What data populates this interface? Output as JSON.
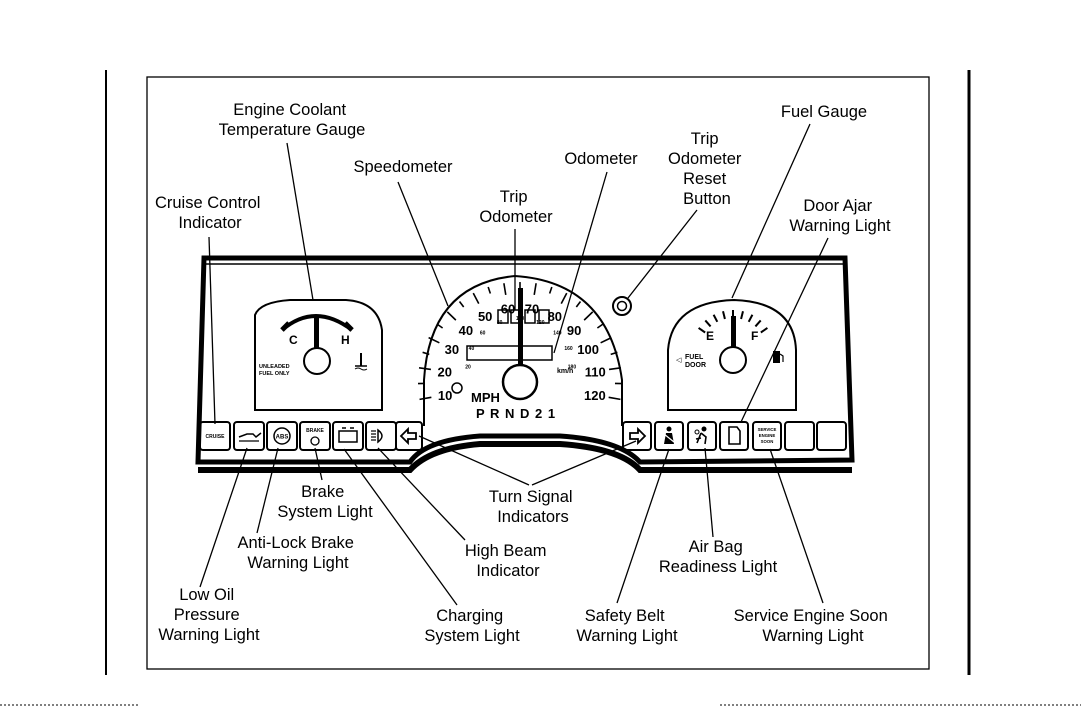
{
  "labels": {
    "coolant": [
      "Engine Coolant",
      "Temperature Gauge"
    ],
    "speedometer": [
      "Speedometer"
    ],
    "odometer": [
      "Odometer"
    ],
    "trip_reset": [
      "Trip",
      "Odometer",
      "Reset",
      "Button"
    ],
    "fuel_gauge": [
      "Fuel Gauge"
    ],
    "cruise": [
      "Cruise Control",
      "Indicator"
    ],
    "trip_odometer": [
      "Trip",
      "Odometer"
    ],
    "door_ajar": [
      "Door Ajar",
      "Warning Light"
    ],
    "brake": [
      "Brake",
      "System Light"
    ],
    "turn_signal": [
      "Turn Signal",
      "Indicators"
    ],
    "abs": [
      "Anti-Lock Brake",
      "Warning Light"
    ],
    "high_beam": [
      "High Beam",
      "Indicator"
    ],
    "air_bag": [
      "Air Bag",
      "Readiness Light"
    ],
    "low_oil": [
      "Low Oil",
      "Pressure",
      "Warning Light"
    ],
    "charging": [
      "Charging",
      "System Light"
    ],
    "safety_belt": [
      "Safety Belt",
      "Warning Light"
    ],
    "service_engine": [
      "Service Engine Soon",
      "Warning Light"
    ]
  },
  "temp_gauge": {
    "cold": "C",
    "hot": "H",
    "fuel_note": [
      "UNLEADED",
      "FUEL ONLY"
    ]
  },
  "fuel_gauge_face": {
    "empty": "E",
    "full": "F",
    "door_note": [
      "FUEL",
      "DOOR"
    ],
    "door_arrow": "◁"
  },
  "speedo": {
    "mph_marks": [
      "10",
      "20",
      "30",
      "40",
      "50",
      "60",
      "70",
      "80",
      "90",
      "100",
      "110",
      "120"
    ],
    "kmh_marks": [
      "20",
      "40",
      "60",
      "80",
      "100",
      "120",
      "140",
      "160",
      "180"
    ],
    "mph_unit": "MPH",
    "kmh_unit": "km/h",
    "prndl": "P R N D 2 1"
  },
  "indicator_text": {
    "cruise": "CRUISE",
    "abs": "ABS",
    "brake": "BRAKE",
    "service": [
      "SERVICE",
      "ENGINE",
      "SOON"
    ]
  }
}
